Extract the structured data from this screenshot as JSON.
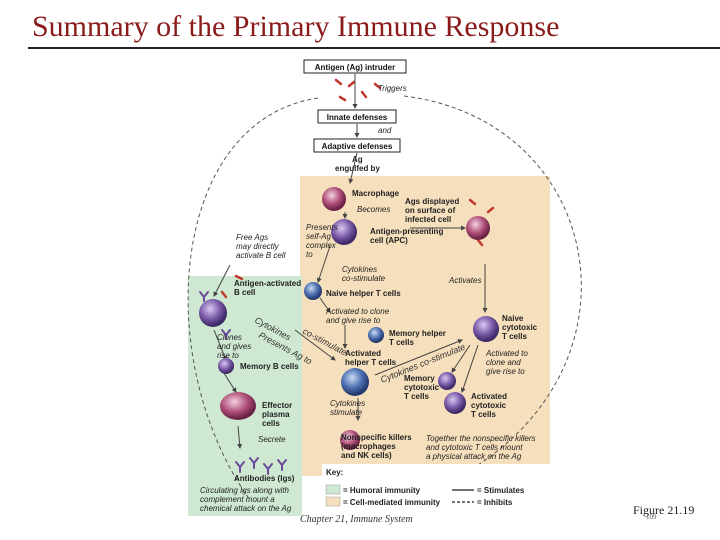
{
  "title": "Summary of the Primary Immune Response",
  "boxes": {
    "antigen": "Antigen (Ag) intruder",
    "innate": "Innate defenses",
    "adaptive": "Adaptive defenses"
  },
  "labels": {
    "triggers": "Triggers",
    "and": "and",
    "ag_engulfed_1": "Ag",
    "ag_engulfed_2": "engulfed by",
    "macrophage": "Macrophage",
    "becomes": "Becomes",
    "ags_displayed_1": "Ags displayed",
    "ags_displayed_2": "on surface of",
    "ags_displayed_3": "infected cell",
    "presents_1": "Presents",
    "presents_2": "self-Ag",
    "presents_3": "complex",
    "presents_4": "to",
    "apc_1": "Antigen-presenting",
    "apc_2": "cell (APC)",
    "free_ags_1": "Free Ags",
    "free_ags_2": "may directly",
    "free_ags_3": "activate B cell",
    "cyto_costim_1": "Cytokines",
    "cyto_costim_2": "co-stimulate",
    "activates": "Activates",
    "ag_activated_b_1": "Antigen-activated",
    "ag_activated_b_2": "B cell",
    "naive_helper": "Naive helper T cells",
    "naive_cyto_1": "Naive",
    "naive_cyto_2": "cytotoxic",
    "naive_cyto_3": "T cells",
    "activated_clone_1": "Activated to clone",
    "activated_clone_2": "and give rise to",
    "memory_helper_1": "Memory helper",
    "memory_helper_2": "T cells",
    "clones_1": "Clones",
    "clones_2": "and gives",
    "clones_3": "rise to",
    "activated_helper_1": "Activated",
    "activated_helper_2": "helper T cells",
    "activated_to_1": "Activated to",
    "activated_to_2": "clone and",
    "activated_to_3": "give rise to",
    "memory_b": "Memory B cells",
    "memory_cyto_1": "Memory",
    "memory_cyto_2": "cytotoxic",
    "memory_cyto_3": "T cells",
    "effector_1": "Effector",
    "effector_2": "plasma",
    "effector_3": "cells",
    "cyto_stim_1": "Cytokines",
    "cyto_stim_2": "stimulate",
    "activated_cyto_1": "Activated",
    "activated_cyto_2": "cytotoxic",
    "activated_cyto_3": "T cells",
    "secrete": "Secrete",
    "nonspecific_1": "Nonspecific killers",
    "nonspecific_2": "(macrophages",
    "nonspecific_3": "and NK cells)",
    "together_1": "Together the nonspecific killers",
    "together_2": "and cytotoxic T cells mount",
    "together_3": "a physical attack on the Ag",
    "antibodies": "Antibodies (Igs)",
    "circulating_1": "Circulating Igs along with",
    "circulating_2": "complement mount a",
    "circulating_3": "chemical attack on the Ag",
    "rot_cytokines": "Cytokines",
    "rot_presents": "Presents Ag to",
    "rot_costimulate": "co-stimulate",
    "rot_cytokines2": "Cytokines co-stimulate"
  },
  "key": {
    "title": "Key:",
    "humoral": "= Humoral immunity",
    "cell_mediated": "= Cell-mediated immunity",
    "stimulates": "= Stimulates",
    "inhibits": "= Inhibits"
  },
  "colors": {
    "humoral": "#cfe8d2",
    "cell_mediated": "#f6dfbc",
    "title": "#8b1a1a"
  },
  "footer": {
    "chapter": "Chapter 21, Immune System",
    "figure": "Figure 21.19",
    "page": "109"
  }
}
